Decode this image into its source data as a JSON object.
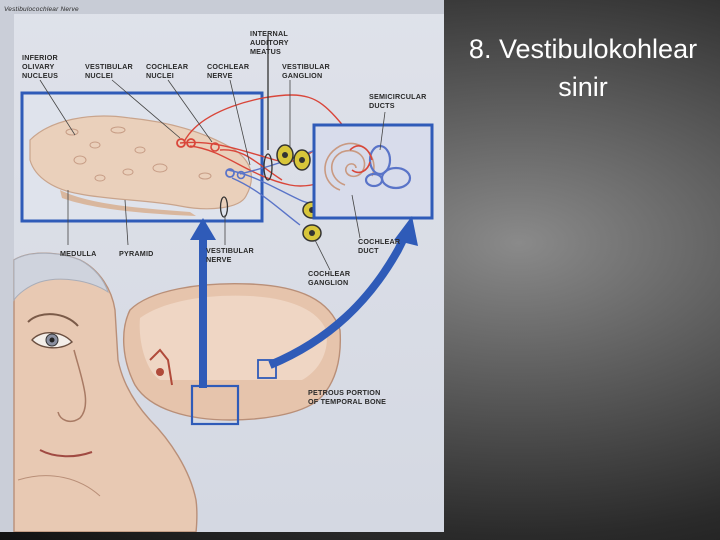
{
  "slide": {
    "title_line1": "8. Vestibulokohlear",
    "title_line2": "sinir"
  },
  "figure": {
    "header": "Vestibulocochlear Nerve",
    "labels": {
      "inferior_olivary_1": "INFERIOR",
      "inferior_olivary_2": "OLIVARY",
      "inferior_olivary_3": "NUCLEUS",
      "vestibular_nuclei_1": "VESTIBULAR",
      "vestibular_nuclei_2": "NUCLEI",
      "cochlear_nuclei_1": "COCHLEAR",
      "cochlear_nuclei_2": "NUCLEI",
      "cochlear_nerve_1": "COCHLEAR",
      "cochlear_nerve_2": "NERVE",
      "internal_auditory_1": "INTERNAL",
      "internal_auditory_2": "AUDITORY",
      "internal_auditory_3": "MEATUS",
      "vestibular_ganglion_1": "VESTIBULAR",
      "vestibular_ganglion_2": "GANGLION",
      "semicircular_ducts_1": "SEMICIRCULAR",
      "semicircular_ducts_2": "DUCTS",
      "medulla": "MEDULLA",
      "pyramid": "PYRAMID",
      "vestibular_nerve_1": "VESTIBULAR",
      "vestibular_nerve_2": "NERVE",
      "cochlear_duct_1": "COCHLEAR",
      "cochlear_duct_2": "DUCT",
      "cochlear_ganglion_1": "COCHLEAR",
      "cochlear_ganglion_2": "GANGLION",
      "petrous_1": "PETROUS PORTION",
      "petrous_2": "OF TEMPORAL BONE"
    }
  },
  "colors": {
    "nerve_red": "#d9463a",
    "nerve_blue": "#5a74c8",
    "arrow_blue": "#2f5bb8",
    "tissue": "#e8c9b3",
    "ganglion_yellow": "#d8c63a"
  }
}
